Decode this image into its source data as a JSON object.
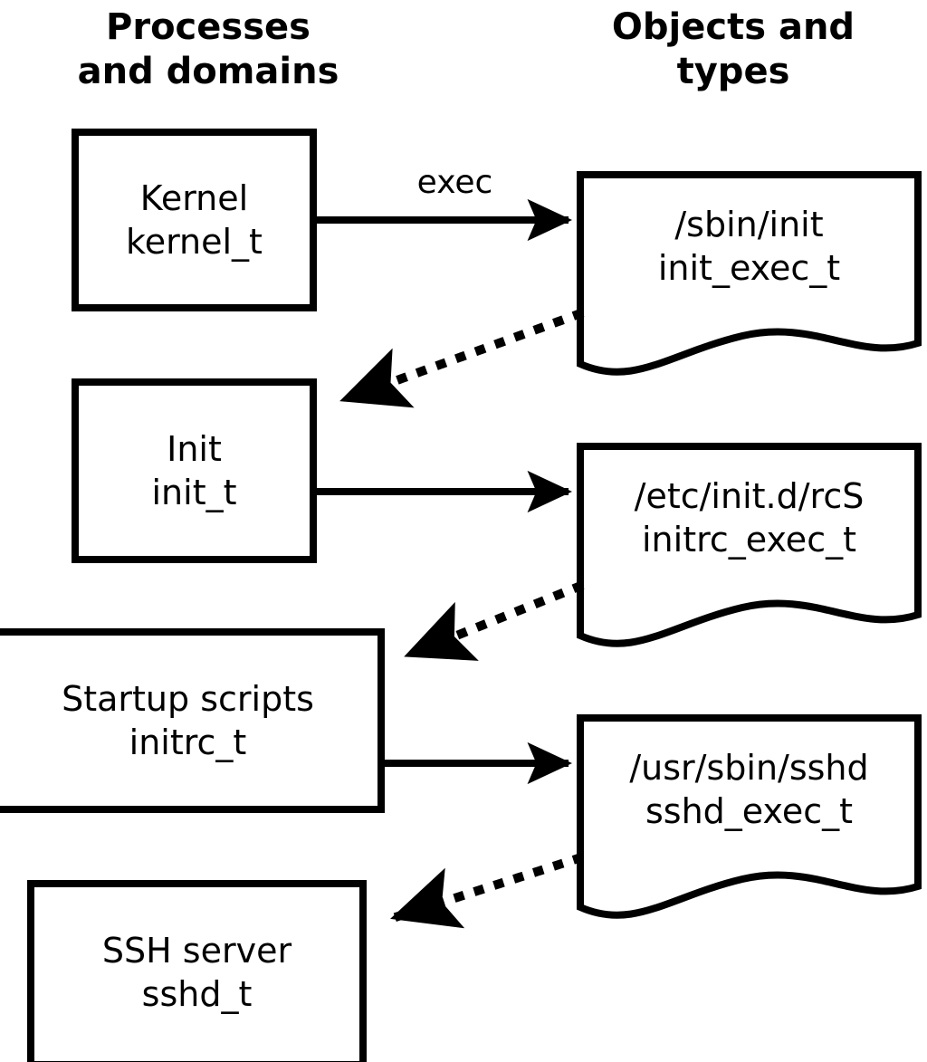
{
  "diagram": {
    "title_left": "Processes\nand domains",
    "title_right": "Objects and\ntypes",
    "stroke_color": "#000000",
    "fill_color": "#ffffff",
    "background": "#ffffff"
  },
  "headers": {
    "left": "Processes\nand domains",
    "right": "Objects and\ntypes"
  },
  "process_nodes": [
    {
      "id": "kernel",
      "line1": "Kernel",
      "line2": "kernel_t"
    },
    {
      "id": "init",
      "line1": "Init",
      "line2": "init_t"
    },
    {
      "id": "initrc",
      "line1": "Startup scripts",
      "line2": "initrc_t"
    },
    {
      "id": "sshd",
      "line1": "SSH server",
      "line2": "sshd_t"
    }
  ],
  "object_nodes": [
    {
      "id": "init-exec",
      "line1": "/sbin/init",
      "line2": "init_exec_t"
    },
    {
      "id": "initrc-exec",
      "line1": "/etc/init.d/rcS",
      "line2": "initrc_exec_t"
    },
    {
      "id": "sshd-exec",
      "line1": "/usr/sbin/sshd",
      "line2": "sshd_exec_t"
    }
  ],
  "edges": [
    {
      "id": "kernel-exec-init",
      "label": "exec",
      "style": "solid",
      "from": "kernel",
      "to": "init-exec"
    },
    {
      "id": "init-exec-to-init",
      "label": "",
      "style": "dotted",
      "from": "init-exec",
      "to": "init"
    },
    {
      "id": "init-exec-initrc",
      "label": "",
      "style": "solid",
      "from": "init",
      "to": "initrc-exec"
    },
    {
      "id": "initrc-exec-to-initrc",
      "label": "",
      "style": "dotted",
      "from": "initrc-exec",
      "to": "initrc"
    },
    {
      "id": "initrc-exec-sshd",
      "label": "",
      "style": "solid",
      "from": "initrc",
      "to": "sshd-exec"
    },
    {
      "id": "sshd-exec-to-sshd",
      "label": "",
      "style": "dotted",
      "from": "sshd-exec",
      "to": "sshd"
    }
  ],
  "edge_labels": {
    "exec": "exec"
  }
}
